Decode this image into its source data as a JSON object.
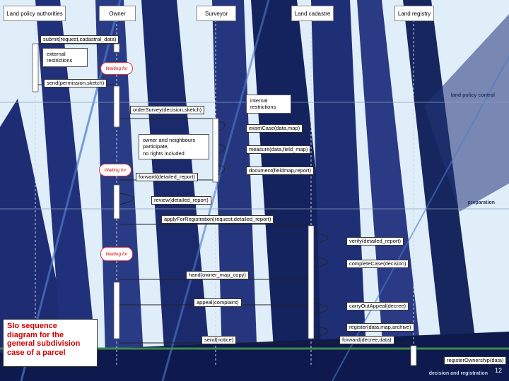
{
  "actors": [
    {
      "id": "lpa",
      "label": "Land policy authorities"
    },
    {
      "id": "owner",
      "label": "Owner"
    },
    {
      "id": "surveyor",
      "label": "Surveyor"
    },
    {
      "id": "cadastre",
      "label": "Land cadastre"
    },
    {
      "id": "registry",
      "label": "Land registry"
    }
  ],
  "messages": [
    {
      "id": "submit",
      "label": "submit(request,cadastral_data)"
    },
    {
      "id": "perm",
      "label": "send(permission,sketch)"
    },
    {
      "id": "order",
      "label": "orderSurvey(decision,sketch)"
    },
    {
      "id": "exam",
      "label": "examCase(data,map)"
    },
    {
      "id": "measure",
      "label": "measure(data,field_map)"
    },
    {
      "id": "doc",
      "label": "document(fieldmap,report)"
    },
    {
      "id": "fwd1",
      "label": "forward(detailed_report)"
    },
    {
      "id": "review",
      "label": "review(detailed_report)"
    },
    {
      "id": "apply",
      "label": "applyForRegistration(request,detailed_report)"
    },
    {
      "id": "verify",
      "label": "verify(detailed_report)"
    },
    {
      "id": "complete",
      "label": "completeCase(decision)"
    },
    {
      "id": "hand",
      "label": "hand(owner_map_copy)"
    },
    {
      "id": "appeal",
      "label": "appeal(complaint)"
    },
    {
      "id": "carry",
      "label": "carryOutAppeal(decree)"
    },
    {
      "id": "register",
      "label": "register(data,map,archive)"
    },
    {
      "id": "send2",
      "label": "send(notice)"
    },
    {
      "id": "fwd2",
      "label": "forward(decree,data)"
    },
    {
      "id": "regown",
      "label": "registerOwnership(data)"
    }
  ],
  "notes": [
    {
      "id": "ext",
      "label": "external\nrestrictions"
    },
    {
      "id": "int",
      "label": "internal\nrestrictions"
    },
    {
      "id": "neigh",
      "label": "owner and neighbours\nparticipate,\nno rights included"
    }
  ],
  "states": [
    {
      "id": "w1",
      "label": "Waiting for"
    },
    {
      "id": "w2",
      "label": "Waiting for"
    },
    {
      "id": "w3",
      "label": "Waiting for"
    }
  ],
  "sections": [
    {
      "id": "s1",
      "label": "land policy control"
    },
    {
      "id": "s2",
      "label": "preparation"
    },
    {
      "id": "s3",
      "label": "decision and registration"
    }
  ],
  "caption": "SIo sequence\ndiagram for the\ngeneral subdivision\ncase of a parcel",
  "page_number": "12",
  "colors": {
    "background": "#dfeef9",
    "beam": "#1a2a6e",
    "actor_border": "#8a8a8a",
    "state_text": "#d10000"
  }
}
